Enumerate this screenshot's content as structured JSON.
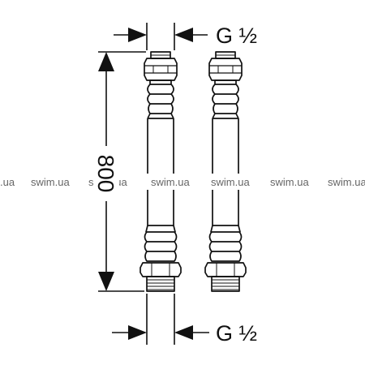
{
  "dimensions": {
    "top_thread": "G ½",
    "bottom_thread": "G ½",
    "length": "800"
  },
  "watermark": {
    "items": [
      ".ua",
      "swim.ua",
      "swim.ua",
      "swim.ua",
      "swim.ua",
      "swim.ua"
    ]
  },
  "colors": {
    "line": "#111111",
    "watermark": "#666666"
  }
}
